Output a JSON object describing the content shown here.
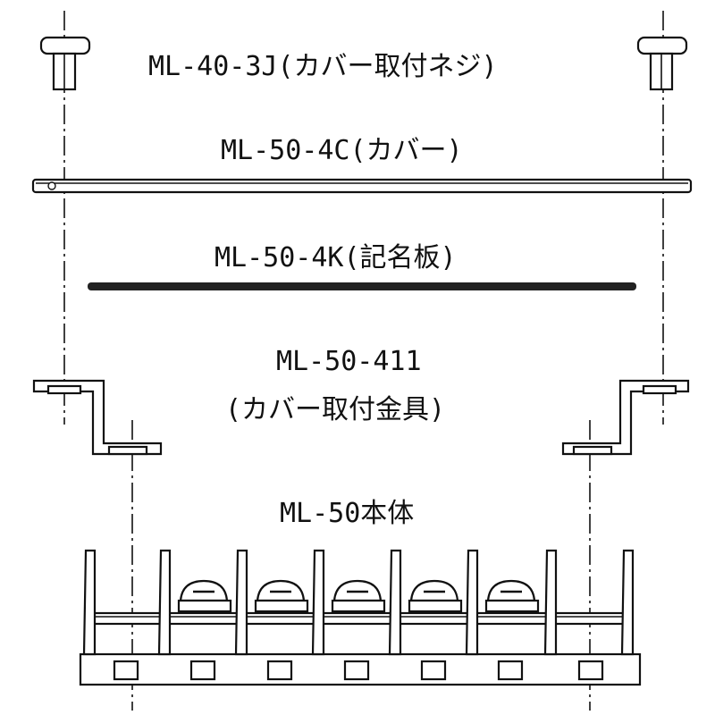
{
  "labels": {
    "screw": "ML-40-3J(カバー取付ネジ)",
    "cover": "ML-50-4C(カバー)",
    "nameplate": "ML-50-4K(記名板)",
    "bracket_code": "ML-50-411",
    "bracket_desc": "(カバー取付金具)",
    "body": "ML-50本体"
  }
}
